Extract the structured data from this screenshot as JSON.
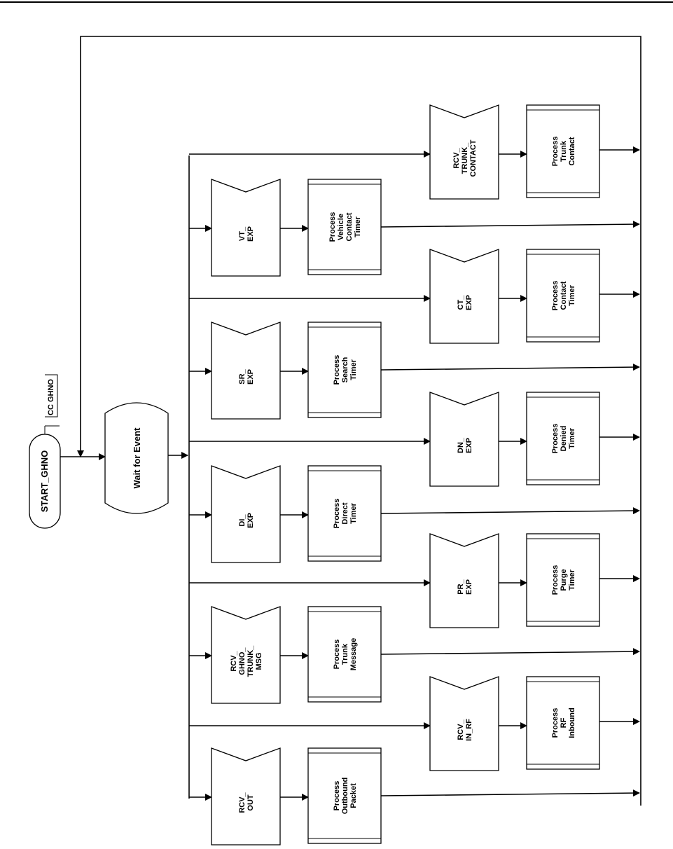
{
  "start": {
    "label": "START_GHNO"
  },
  "annotation": {
    "label": "CC GHNO"
  },
  "wait": {
    "label": "Wait for Event"
  },
  "col1": [
    {
      "event": [
        "VT_",
        "EXP"
      ],
      "process": [
        "Process",
        "Vehicle",
        "Contact",
        "Timer"
      ]
    },
    {
      "event": [
        "SR_",
        "EXP"
      ],
      "process": [
        "Process",
        "Search",
        "Timer"
      ]
    },
    {
      "event": [
        "DI_",
        "EXP"
      ],
      "process": [
        "Process",
        "Direct",
        "Timer"
      ]
    },
    {
      "event": [
        "RCV_",
        "GHNO_",
        "TRUNK_",
        "MSG"
      ],
      "process": [
        "Process",
        "Trunk",
        "Message"
      ]
    },
    {
      "event": [
        "RCV_",
        "OUT"
      ],
      "process": [
        "Process",
        "Outbound",
        "Packet"
      ]
    }
  ],
  "col2": [
    {
      "event": [
        "RCV_",
        "TRUNK_",
        "CONTACT"
      ],
      "process": [
        "Process",
        "Trunk",
        "Contact"
      ]
    },
    {
      "event": [
        "CT_",
        "EXP"
      ],
      "process": [
        "Process",
        "Contact",
        "Timer"
      ]
    },
    {
      "event": [
        "DN_",
        "EXP"
      ],
      "process": [
        "Process",
        "Denied",
        "Timer"
      ]
    },
    {
      "event": [
        "PR_",
        "EXP"
      ],
      "process": [
        "Process",
        "Purge",
        "Timer"
      ]
    },
    {
      "event": [
        "RCV_",
        "IN_RF"
      ],
      "process": [
        "Process",
        "RF",
        "Inbound"
      ]
    }
  ]
}
